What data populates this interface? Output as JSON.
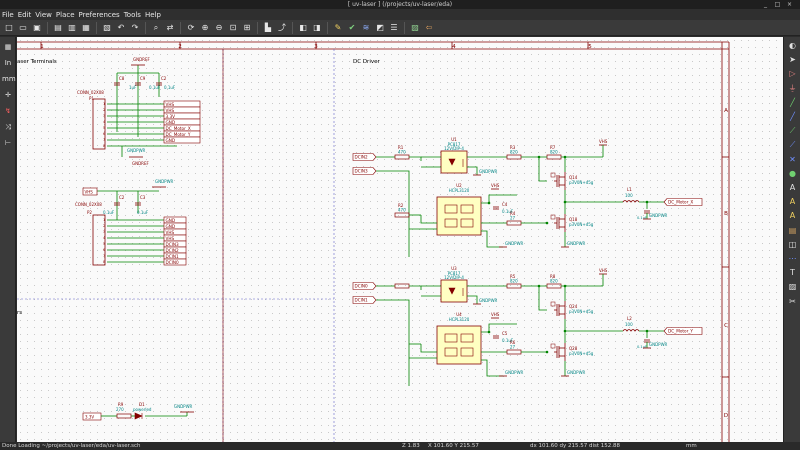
{
  "window": {
    "title": "[ uv-laser ] (/projects/uv-laser/eda)",
    "buttons": [
      "_",
      "□",
      "×"
    ]
  },
  "menu": [
    "File",
    "Edit",
    "View",
    "Place",
    "Preferences",
    "Tools",
    "Help"
  ],
  "toolbar_icons": [
    "new-icon",
    "open-icon",
    "save-icon",
    "sep",
    "page-settings-icon",
    "print-icon",
    "plot-icon",
    "sep",
    "paste-icon",
    "undo-icon",
    "redo-icon",
    "sep",
    "find-icon",
    "replace-icon",
    "sep",
    "zoom-redraw-icon",
    "zoom-in-icon",
    "zoom-out-icon",
    "zoom-fit-icon",
    "zoom-selection-icon",
    "sep",
    "hierarchy-icon",
    "leave-sheet-icon",
    "sep",
    "library-editor-icon",
    "library-browser-icon",
    "sep",
    "annotate-icon",
    "erc-icon",
    "netlist-icon",
    "cvpcb-icon",
    "bom-icon",
    "sep",
    "pcbnew-icon",
    "back-annotate-icon"
  ],
  "left_tools": [
    "grid-icon",
    "in-label",
    "mm-label",
    "cursor-icon",
    "hidden-pins-icon",
    "bus-wire-icon",
    "select-icon"
  ],
  "left_tool_text": {
    "in": "In",
    "mm": "mm"
  },
  "right_tools": [
    "highlight-icon",
    "select-arrow-icon",
    "add-component-icon",
    "add-power-icon",
    "add-wire-icon",
    "add-bus-icon",
    "wire-entry-icon",
    "bus-entry-icon",
    "no-connect-icon",
    "junction-icon",
    "local-label-icon",
    "global-label-icon",
    "hier-label-icon",
    "hier-sheet-icon",
    "import-pin-icon",
    "add-line-icon",
    "add-text-icon",
    "add-image-icon",
    "delete-icon"
  ],
  "colors": {
    "wire": "#008400",
    "component": "#840000",
    "body_fill": "#ffffc2",
    "label": "#008484",
    "ref": "#008484",
    "border": "#840000",
    "section_line": "#6464c8"
  },
  "sheet": {
    "columns": [
      "1",
      "2",
      "3",
      "4",
      "5"
    ],
    "rows": [
      "A",
      "B",
      "C",
      "D"
    ],
    "sections": [
      "aser Terminals",
      "DC Driver",
      "rs"
    ]
  },
  "terminals": {
    "p1": {
      "ref": "P1",
      "value": "CONN_02X08",
      "power": "GNDREF",
      "pwr_flag": "GNDPWR",
      "gnd_ref": "GNDREF",
      "caps": [
        {
          "ref": "C8",
          "value": "1uF"
        },
        {
          "ref": "C9",
          "value": "0.1uF"
        },
        {
          "ref": "C2",
          "value": "0.1uF"
        }
      ],
      "pins": [
        "1",
        "2",
        "3",
        "4",
        "5",
        "6",
        "7",
        "8"
      ],
      "labels": [
        "VHS",
        "VHS",
        "3.3V",
        "GND",
        "DC_Motor_X",
        "DC_Motor_Y",
        "GND"
      ]
    },
    "p2": {
      "ref": "P2",
      "value": "CONN_02X08",
      "net": "VHS",
      "pwr": "GNDPWR",
      "caps": [
        {
          "ref": "C2",
          "value": "0.1uF"
        },
        {
          "ref": "C3",
          "value": "0.1uF"
        }
      ],
      "pins": [
        "1",
        "2",
        "3",
        "4",
        "5",
        "6",
        "7",
        "8"
      ],
      "labels": [
        "GND",
        "GND",
        "VHS",
        "VHS",
        "DCIN3",
        "DCIN2",
        "DCIN1",
        "DCIN0"
      ]
    },
    "led": {
      "net": "3.3V",
      "r_ref": "R9",
      "r_value": "270",
      "d_ref": "D1",
      "d_value": "powerled",
      "pwr": "GNDPWR"
    }
  },
  "driver": {
    "inputs": [
      "DCIN2",
      "DCIN3",
      "DCIN0",
      "DCIN1"
    ],
    "stage_top": {
      "r_in": {
        "ref": "R1",
        "value": "470"
      },
      "r_in2": {
        "ref": "R2",
        "value": "470"
      },
      "opto": {
        "ref": "U1",
        "value": "PC817",
        "extra": "12V/DIP-4"
      },
      "gate": {
        "ref": "U2",
        "value": "HCPL3120"
      },
      "r3": {
        "ref": "R3",
        "value": "820"
      },
      "r7": {
        "ref": "R7",
        "value": "820"
      },
      "r4": {
        "ref": "R4",
        "value": "27"
      },
      "c": {
        "ref": "C4",
        "value": "0.1uF"
      },
      "q_hi": {
        "ref": "Q14",
        "value": "p3V0N+d5g"
      },
      "q_lo": {
        "ref": "Q18",
        "value": "p3V0N+d5g"
      },
      "l": {
        "ref": "L1",
        "value": "100"
      },
      "c_out": {
        "value": "0.1uF"
      },
      "out": "DC_Motor_X",
      "vhs": "VHS",
      "gnd": "GNDPWR"
    },
    "stage_bot": {
      "opto": {
        "ref": "U3",
        "value": "PC817",
        "extra": "12V/DIP-4"
      },
      "gate": {
        "ref": "U4",
        "value": "HCPL3120"
      },
      "r5": {
        "ref": "R5",
        "value": "820"
      },
      "r8": {
        "ref": "R8",
        "value": "820"
      },
      "r6": {
        "ref": "R6",
        "value": "27"
      },
      "c": {
        "ref": "C5",
        "value": "0.1uF"
      },
      "q_hi": {
        "ref": "Q24",
        "value": "p3V0N+d5g"
      },
      "q_lo": {
        "ref": "Q28",
        "value": "p3V0N+d5g"
      },
      "l": {
        "ref": "L2",
        "value": "100"
      },
      "c_out": {
        "value": "0.1uF"
      },
      "out": "DC_Motor_Y",
      "vhs": "VHS",
      "gnd": "GNDPWR"
    }
  },
  "status": {
    "message": "Done Loading ~/projects/uv-laser/eda/uv-laser.sch",
    "zoom": "Z 1.83",
    "xy": "X 101.60  Y 215.57",
    "dxy": "dx 101.60  dy 215.57  dist 152.88",
    "units": "mm"
  }
}
